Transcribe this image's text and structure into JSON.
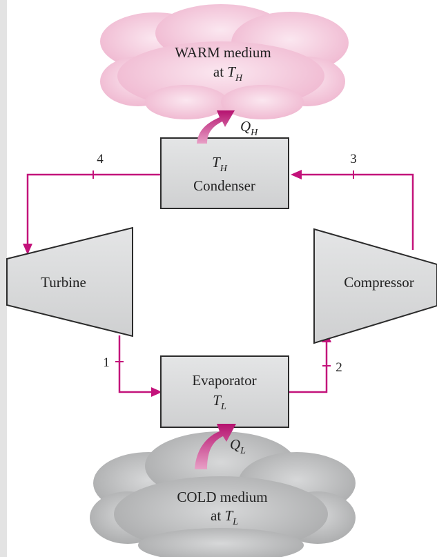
{
  "warm_medium": {
    "line1": "WARM medium",
    "line2_prefix": "at ",
    "symbol": "T",
    "subscript": "H"
  },
  "cold_medium": {
    "line1": "COLD medium",
    "line2_prefix": "at ",
    "symbol": "T",
    "subscript": "L"
  },
  "heat_out": {
    "symbol": "Q",
    "subscript": "H"
  },
  "heat_in": {
    "symbol": "Q",
    "subscript": "L"
  },
  "condenser": {
    "symbol": "T",
    "subscript": "H",
    "label": "Condenser"
  },
  "evaporator": {
    "label": "Evaporator",
    "symbol": "T",
    "subscript": "L"
  },
  "turbine": {
    "label": "Turbine"
  },
  "compressor": {
    "label": "Compressor"
  },
  "state_points": {
    "p1": "1",
    "p2": "2",
    "p3": "3",
    "p4": "4"
  },
  "colors": {
    "warm_cloud": "#f2bfd6",
    "cold_cloud": "#b7b8b9",
    "device_fill": "#d9dadb",
    "device_stroke": "#2b2b2b",
    "flow_line": "#c3127a",
    "heat_arrow": "#b5126f"
  }
}
